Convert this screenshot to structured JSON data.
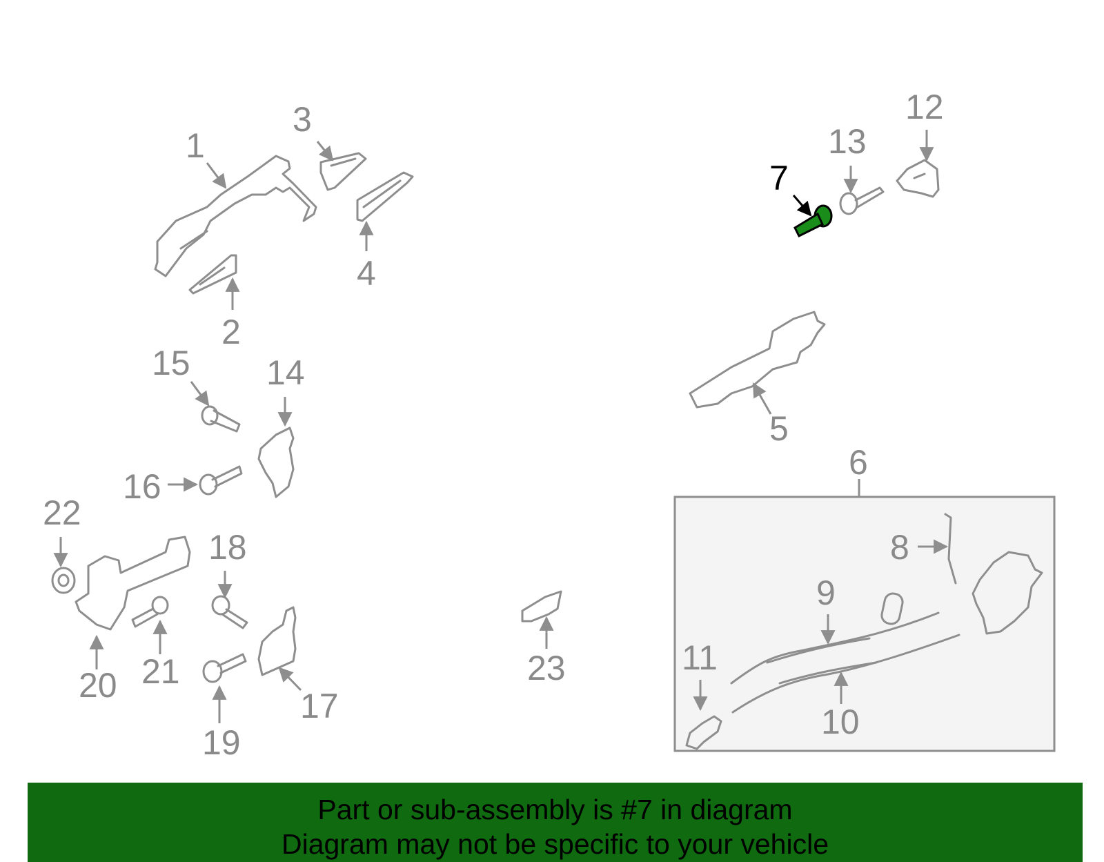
{
  "callouts": {
    "c1": "1",
    "c2": "2",
    "c3": "3",
    "c4": "4",
    "c5": "5",
    "c6": "6",
    "c7": "7",
    "c8": "8",
    "c9": "9",
    "c10": "10",
    "c11": "11",
    "c12": "12",
    "c13": "13",
    "c14": "14",
    "c15": "15",
    "c16": "16",
    "c17": "17",
    "c18": "18",
    "c19": "19",
    "c20": "20",
    "c21": "21",
    "c22": "22",
    "c23": "23"
  },
  "highlight": {
    "part": "7",
    "color": "#1a8c1a"
  },
  "colors": {
    "line": "#8e8e8e",
    "banner": "#0f6a10",
    "assembly_box": "#f4f4f4"
  },
  "banner": {
    "line1": "Part or sub-assembly is #7 in diagram",
    "line2": "Diagram may not be specific to your vehicle"
  }
}
